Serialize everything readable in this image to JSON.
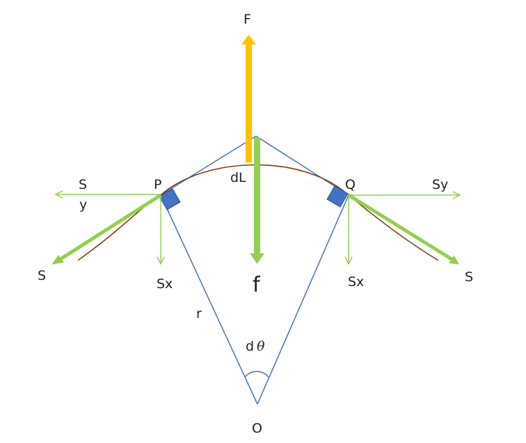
{
  "labels": {
    "F": "F",
    "f": "f",
    "P": "P",
    "Q": "Q",
    "dL": "dL",
    "S_left_y_S": "S",
    "S_left_y_sub": "y",
    "Sy_right": "Sy",
    "S_left": "S",
    "S_right": "S",
    "Sx_left": "Sx",
    "Sx_right": "Sx",
    "r": "r",
    "d": "d",
    "theta": "θ",
    "O": "O"
  },
  "colors": {
    "radius_line": "#4472C4",
    "arc": "#843C0C",
    "tension": "#92D050",
    "force_F": "#FFC000",
    "right_angle_mark": "#4472C4",
    "right_angle_mark_border": "#2F528F"
  }
}
